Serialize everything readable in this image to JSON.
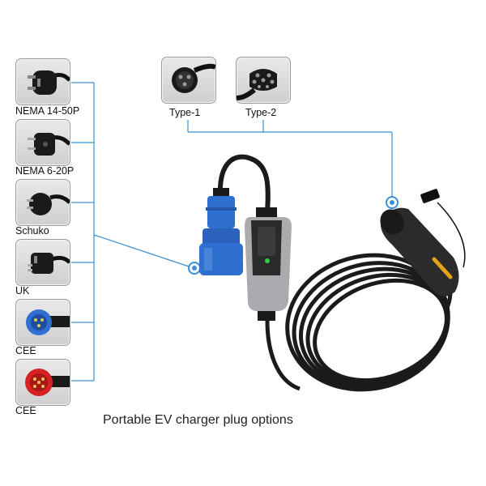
{
  "plugs": [
    {
      "label": "NEMA 14-50P",
      "icon": "nema-14-50p-plug-icon"
    },
    {
      "label": "NEMA 6-20P",
      "icon": "nema-6-20p-plug-icon"
    },
    {
      "label": "Schuko",
      "icon": "schuko-plug-icon"
    },
    {
      "label": "UK",
      "icon": "uk-plug-icon"
    },
    {
      "label": "CEE",
      "icon": "cee-blue-plug-icon",
      "color": "#2f6fd0"
    },
    {
      "label": "CEE",
      "icon": "cee-red-plug-icon",
      "color": "#d42222"
    }
  ],
  "connectors": [
    {
      "label": "Type-1",
      "icon": "type-1-connector-icon"
    },
    {
      "label": "Type-2",
      "icon": "type-2-connector-icon"
    }
  ],
  "caption": "Portable EV charger plug options",
  "colors": {
    "connector_line": "#3a8fd6",
    "cee_blue": "#2f6fd0",
    "cee_red": "#d42222",
    "led": "#2ecc40"
  }
}
